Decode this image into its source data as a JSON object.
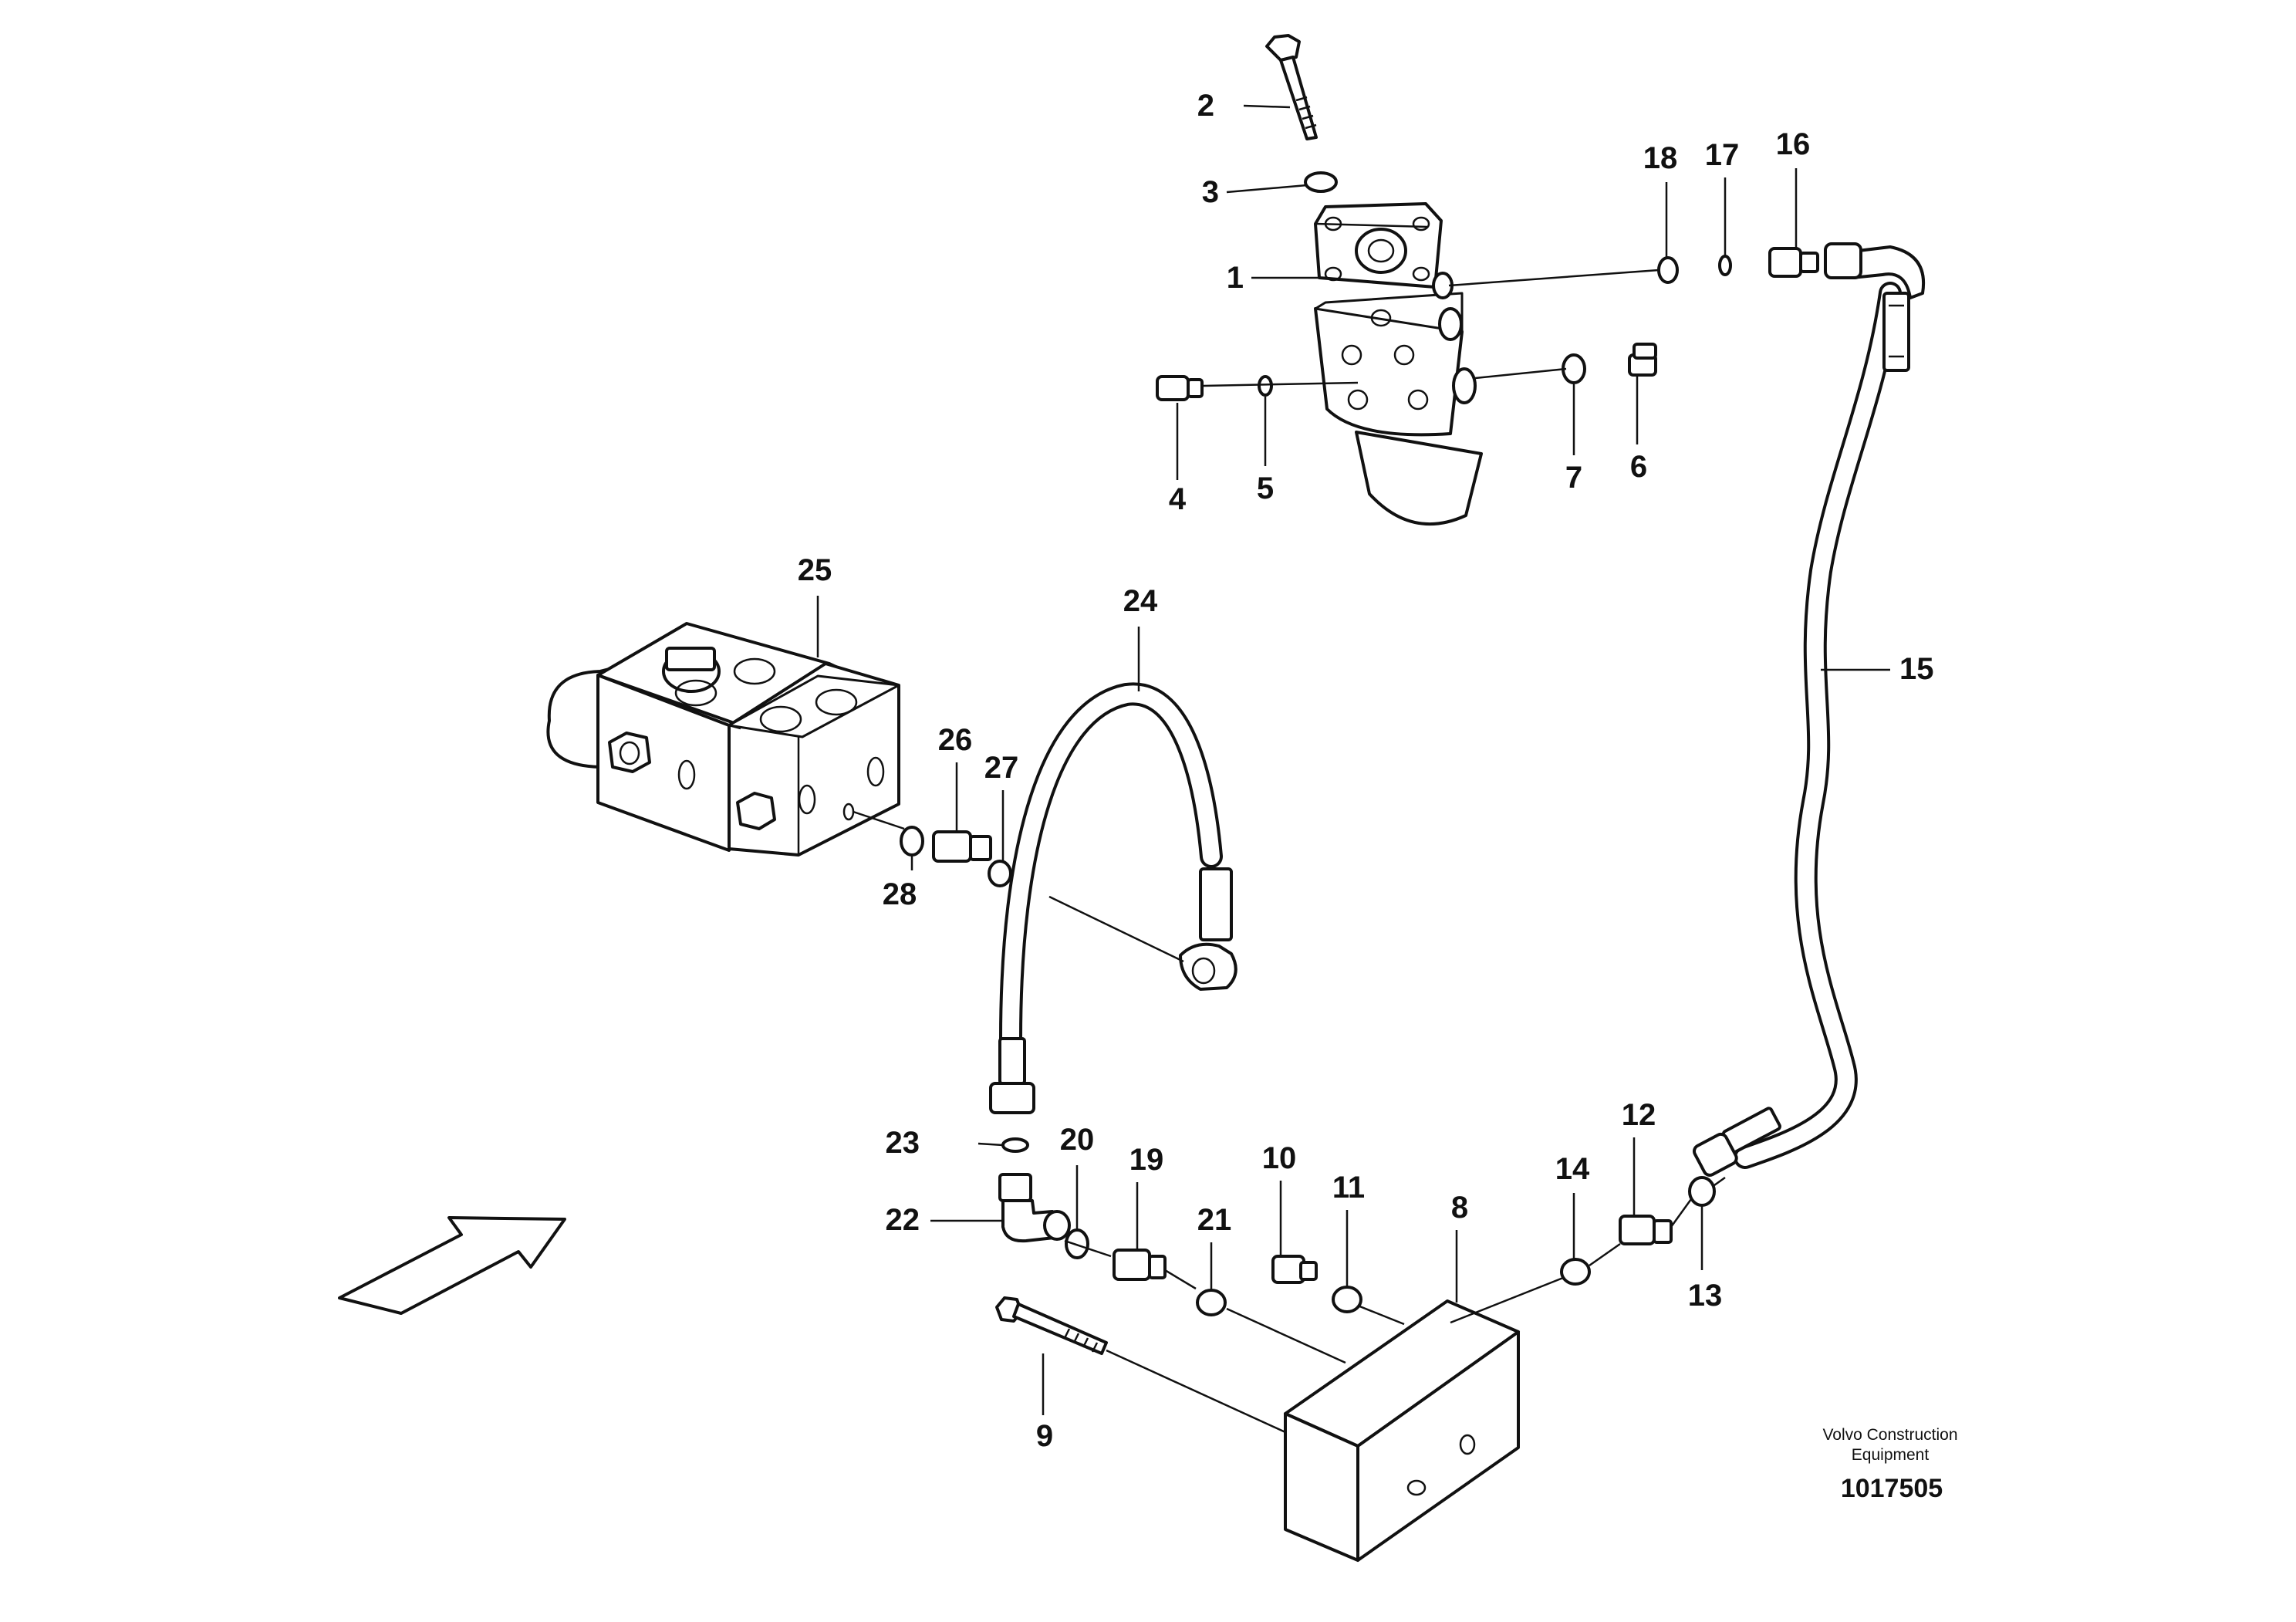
{
  "drawing": {
    "credit_line1": "Volvo Construction",
    "credit_line2": "Equipment",
    "doc_number": "1017505"
  },
  "callouts": [
    "1",
    "2",
    "3",
    "4",
    "5",
    "6",
    "7",
    "8",
    "9",
    "10",
    "11",
    "12",
    "13",
    "14",
    "15",
    "16",
    "17",
    "18",
    "19",
    "20",
    "21",
    "22",
    "23",
    "24",
    "25",
    "26",
    "27",
    "28"
  ]
}
